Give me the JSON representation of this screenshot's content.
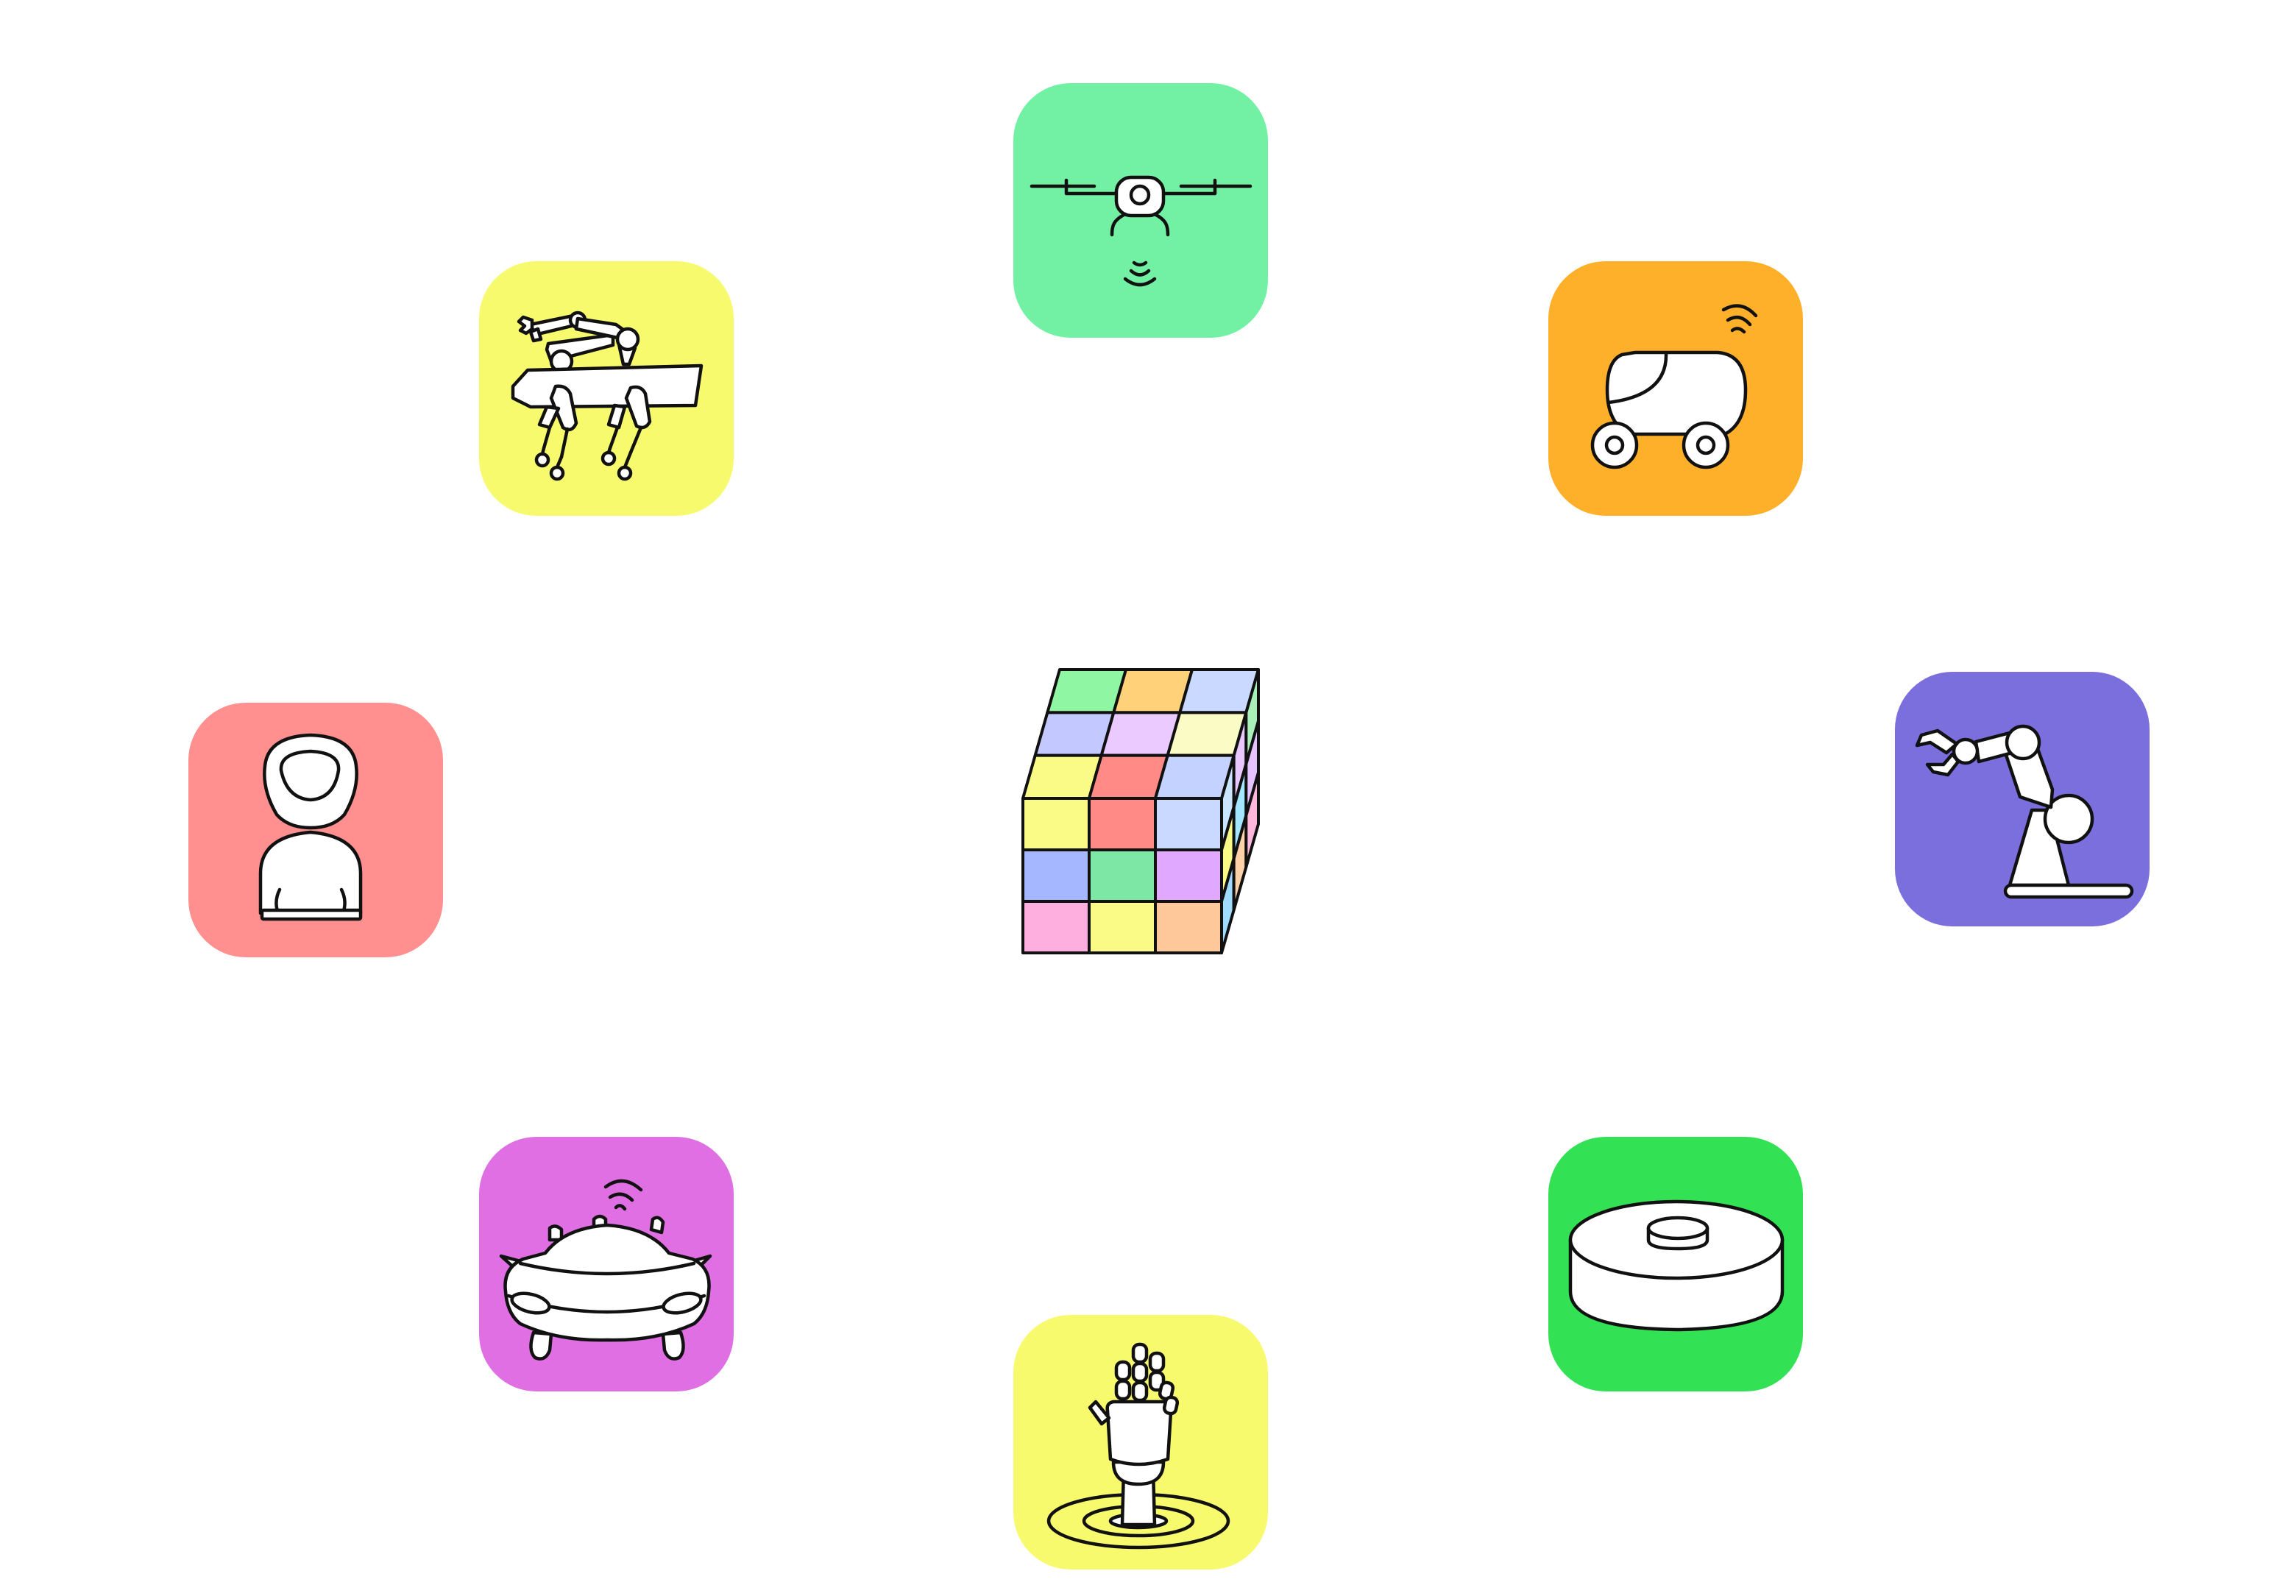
{
  "hub": {
    "icon": "rubiks-cube-icon"
  },
  "robots": [
    {
      "id": "drone",
      "icon": "drone-icon",
      "color": "#72f0a4"
    },
    {
      "id": "delivery-robot",
      "icon": "delivery-robot-car-icon",
      "color": "#ffb02a"
    },
    {
      "id": "industrial-arm",
      "icon": "industrial-robot-arm-icon",
      "color": "#7b6fde"
    },
    {
      "id": "robot-vacuum",
      "icon": "robot-vacuum-icon",
      "color": "#33e254"
    },
    {
      "id": "robotic-hand",
      "icon": "robotic-hand-icon",
      "color": "#f8fa6d"
    },
    {
      "id": "autonomous-car",
      "icon": "autonomous-car-icon",
      "color": "#df6fe3"
    },
    {
      "id": "humanoid",
      "icon": "humanoid-robot-icon",
      "color": "#ff908f"
    },
    {
      "id": "quadruped",
      "icon": "quadruped-robot-with-arm-icon",
      "color": "#f8fa6d"
    }
  ],
  "cube_colors": {
    "front": [
      "#fafa86",
      "#ff8a86",
      "#c9d9ff",
      "#a5b8ff",
      "#7de8a6",
      "#e0a8ff",
      "#ffaee0",
      "#fafa86",
      "#ffc89a"
    ],
    "top": [
      "#8ff7a3",
      "#ffd27a",
      "#c9d9ff",
      "#c3c8ff",
      "#eacaff",
      "#fbfcc5",
      "#fafa86",
      "#ff8a86",
      "#c3d2ff"
    ],
    "side": [
      "#c9e5ff",
      "#e9c8ff",
      "#a9f0b9",
      "#fafa86",
      "#a3e6ff",
      "#e6c3ff",
      "#9fdcff",
      "#ffd1a8",
      "#ffb7dc"
    ]
  }
}
